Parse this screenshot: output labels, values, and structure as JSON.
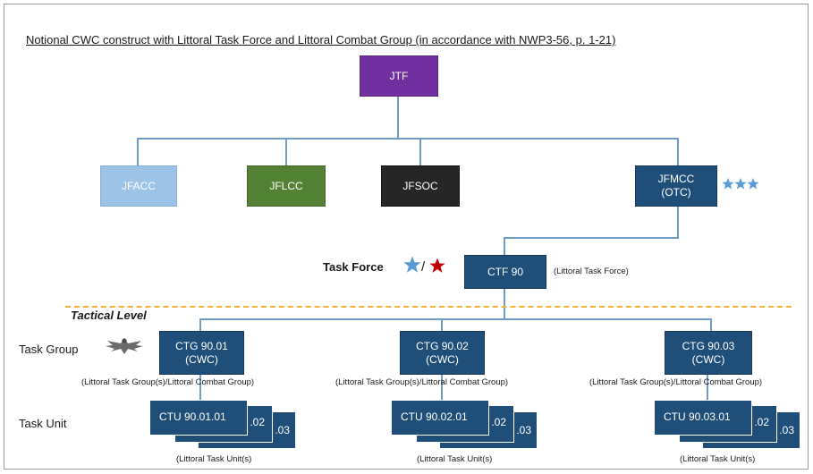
{
  "title": "Notional CWC construct with Littoral Task Force and Littoral Combat Group (in accordance with NWP3-56, p. 1-21)",
  "colors": {
    "jtf": "#7030a0",
    "jfacc": "#9dc3e6",
    "jflcc": "#548235",
    "jfsoc": "#262626",
    "navy": "#1f4e79",
    "connector": "#6d9cc9",
    "tactical_divider": "#f2b233",
    "star_blue": "#5b9bd5",
    "star_red": "#c00000"
  },
  "nodes": {
    "jtf": "JTF",
    "jfacc": "JFACC",
    "jflcc": "JFLCC",
    "jfsoc": "JFSOC",
    "jfmcc_line1": "JFMCC",
    "jfmcc_line2": "(OTC)",
    "ctf": "CTF 90",
    "ctf_note": "(Littoral Task Force)"
  },
  "labels": {
    "task_force": "Task Force",
    "slash": "/",
    "tactical_level": "Tactical Level",
    "task_group": "Task Group",
    "task_unit": "Task Unit"
  },
  "icons": {
    "jfmcc_rank": "three-star-icon",
    "task_force_rank": "blue-star-icon",
    "task_force_rank_alt": "red-star-icon",
    "task_group_rank": "eagle-insignia-icon"
  },
  "groups": [
    {
      "ctg_line1": "CTG 90.01",
      "ctg_line2": "(CWC)",
      "ctg_note": "(Littoral Task Group(s)/Littoral Combat Group)",
      "ctu_main": "CTU 90.01.01",
      "ctu_second": ".02",
      "ctu_third": ".03",
      "ctu_note": "(Littoral Task Unit(s)"
    },
    {
      "ctg_line1": "CTG 90.02",
      "ctg_line2": "(CWC)",
      "ctg_note": "(Littoral Task Group(s)/Littoral Combat Group)",
      "ctu_main": "CTU 90.02.01",
      "ctu_second": ".02",
      "ctu_third": ".03",
      "ctu_note": "(Littoral Task Unit(s)"
    },
    {
      "ctg_line1": "CTG 90.03",
      "ctg_line2": "(CWC)",
      "ctg_note": "(Littoral Task Group(s)/Littoral Combat Group)",
      "ctu_main": "CTU 90.03.01",
      "ctu_second": ".02",
      "ctu_third": ".03",
      "ctu_note": "(Littoral Task Unit(s)"
    }
  ]
}
